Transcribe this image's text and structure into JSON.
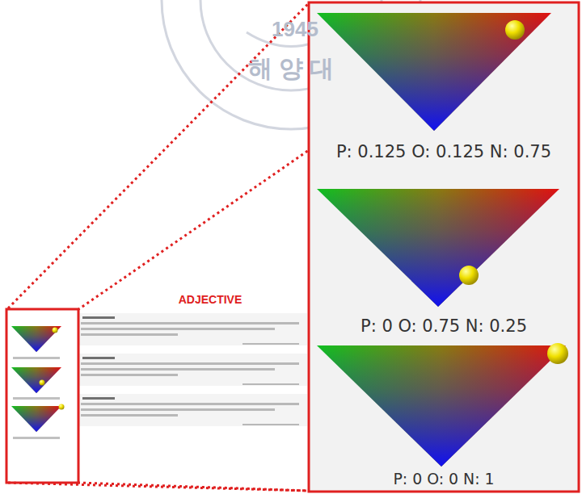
{
  "diagram": {
    "labels": [
      "1945",
      "해 양 대",
      "ADJECTIVE",
      "P: 0.125 O: 0.125 N: 0.75",
      "P: 0 O: 0.75 N: 0.25",
      "P: 0 O: 0 N: 1"
    ]
  }
}
